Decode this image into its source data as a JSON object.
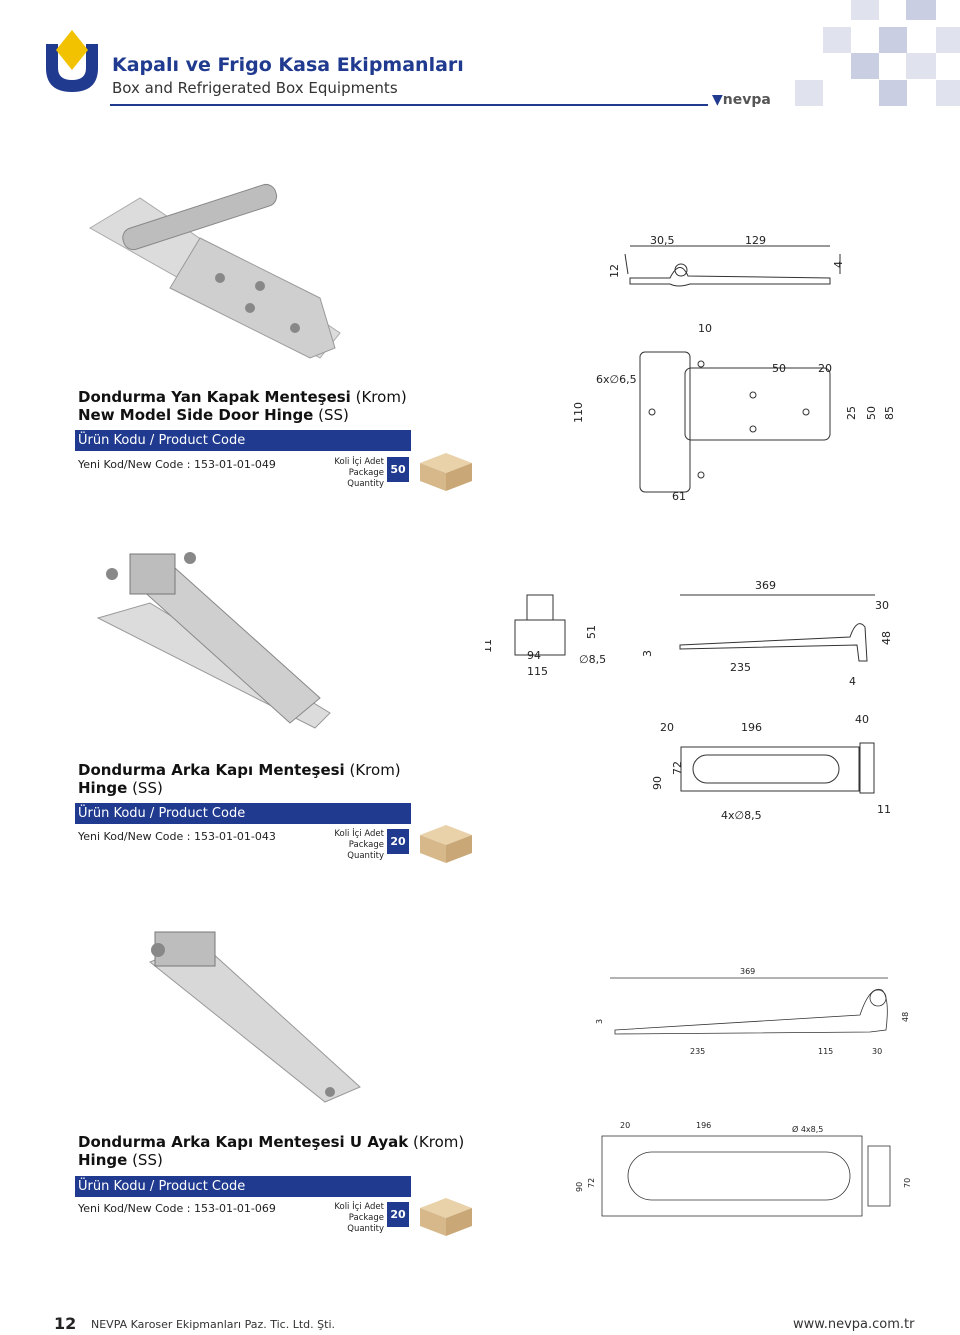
{
  "header": {
    "title": "Kapalı ve Frigo Kasa Ekipmanları",
    "subtitle": "Box and Refrigerated Box Equipments",
    "brand": "nevpa"
  },
  "products": [
    {
      "title_tr": "Dondurma Yan Kapak Menteşesi",
      "title_tr_suffix": "(Krom)",
      "title_en": "New Model Side Door Hinge",
      "title_en_suffix": "(SS)",
      "code_bar": "Ürün Kodu / Product Code",
      "code": "Yeni Kod/New Code : 153-01-01-049",
      "qty_label_tr": "Koli İçi Adet",
      "qty_label_en": "Package Quantity",
      "qty": "50",
      "dims": [
        "30,5",
        "129",
        "12",
        "4",
        "10",
        "6x∅6,5",
        "50",
        "20",
        "110",
        "25",
        "50",
        "85",
        "61"
      ]
    },
    {
      "title_tr": "Dondurma Arka Kapı Menteşesi",
      "title_tr_suffix": "(Krom)",
      "title_en": "Hinge",
      "title_en_suffix": "(SS)",
      "code_bar": "Ürün Kodu / Product Code",
      "code": "Yeni Kod/New Code : 153-01-01-043",
      "qty_label_tr": "Koli İçi Adet",
      "qty_label_en": "Package Quantity",
      "qty": "20",
      "dims": [
        "369",
        "30",
        "11",
        "51",
        "94",
        "115",
        "∅8,5",
        "3",
        "235",
        "48",
        "4",
        "20",
        "196",
        "40",
        "90",
        "72",
        "4x∅8,5",
        "11"
      ]
    },
    {
      "title_tr": "Dondurma Arka Kapı Menteşesi U Ayak",
      "title_tr_suffix": "(Krom)",
      "title_en": "Hinge",
      "title_en_suffix": "(SS)",
      "code_bar": "Ürün Kodu / Product Code",
      "code": "Yeni Kod/New Code : 153-01-01-069",
      "qty_label_tr": "Koli İçi Adet",
      "qty_label_en": "Package Quantity",
      "qty": "20",
      "dims": [
        "369",
        "3",
        "48",
        "235",
        "115",
        "30",
        "20",
        "196",
        "Ø 4x8,5",
        "90",
        "72",
        "70"
      ]
    }
  ],
  "footer": {
    "page": "12",
    "company": "NEVPA Karoser Ekipmanları Paz. Tic. Ltd. Şti.",
    "website": "www.nevpa.com.tr"
  }
}
